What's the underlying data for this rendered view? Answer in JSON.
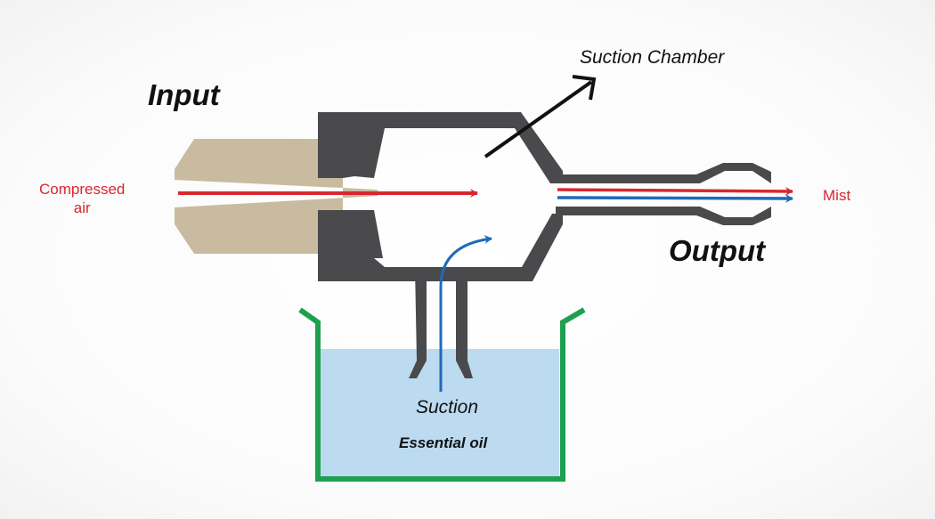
{
  "labels": {
    "input": "Input",
    "output": "Output",
    "suction_chamber": "Suction Chamber",
    "compressed_air_line1": "Compressed",
    "compressed_air_line2": "air",
    "mist": "Mist",
    "suction": "Suction",
    "essential_oil": "Essential oil"
  },
  "colors": {
    "body": "#4a4a4d",
    "nozzle": "#c9bba0",
    "air_flow": "#d7282f",
    "oil_flow": "#1e6bb8",
    "container": "#1ea04f",
    "oil": "#bcdaf0"
  }
}
